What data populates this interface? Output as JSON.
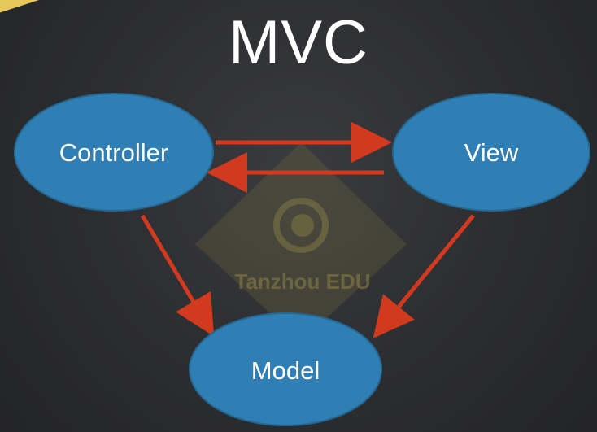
{
  "slide": {
    "title": "MVC"
  },
  "nodes": {
    "controller": "Controller",
    "view": "View",
    "model": "Model"
  },
  "watermark": {
    "text": "Tanzhou EDU"
  },
  "colors": {
    "node_fill": "#2f7fb5",
    "arrow": "#d23a1f",
    "accent": "#e8c85a"
  }
}
